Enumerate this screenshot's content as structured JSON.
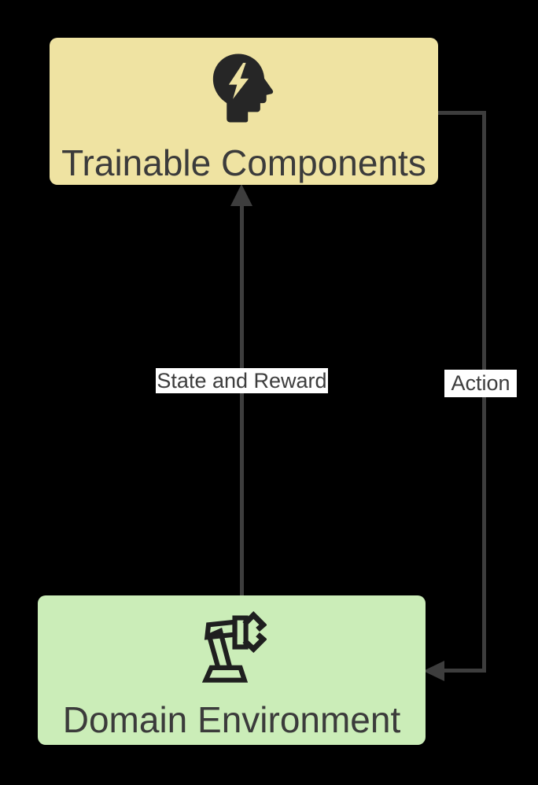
{
  "diagram": {
    "background": "#000000",
    "nodes": [
      {
        "id": "trainable-components",
        "label": "Trainable Components",
        "icon": "head-lightning-icon",
        "fill": "#EFE3A2",
        "text_color": "#3B3B3B"
      },
      {
        "id": "domain-environment",
        "label": "Domain Environment",
        "icon": "robot-arm-icon",
        "fill": "#CBEDB8",
        "text_color": "#3B3B3B"
      }
    ],
    "edges": [
      {
        "id": "state-reward",
        "label": "State and Reward",
        "from": "domain-environment",
        "to": "trainable-components",
        "direction": "up",
        "color": "#3D3D3D",
        "label_background": "#FFFFFF"
      },
      {
        "id": "action",
        "label": "Action",
        "from": "trainable-components",
        "to": "domain-environment",
        "direction": "down-then-left",
        "color": "#3D3D3D",
        "label_background": "#FFFFFF"
      }
    ]
  }
}
